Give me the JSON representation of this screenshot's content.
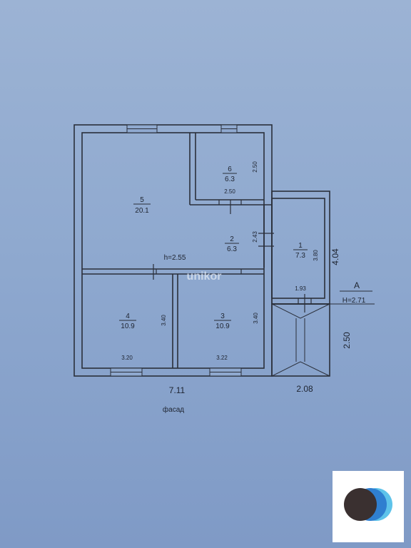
{
  "rooms": [
    {
      "number": "5",
      "area": "20.1"
    },
    {
      "number": "6",
      "area": "6.3"
    },
    {
      "number": "2",
      "area": "6.3"
    },
    {
      "number": "1",
      "area": "7.3"
    },
    {
      "number": "4",
      "area": "10.9"
    },
    {
      "number": "3",
      "area": "10.9"
    }
  ],
  "dimensions": {
    "room6_height": "2.50",
    "room6_width": "2.50",
    "room2_height": "2.43",
    "room1_height": "3.80",
    "room1_width": "1.93",
    "room4_height": "3.40",
    "room4_width": "3.20",
    "room3_height": "3.40",
    "room3_width": "3.22",
    "annex_total_height": "4.04",
    "porch_height": "2.50",
    "main_width": "7.11",
    "annex_width": "2.08"
  },
  "labels": {
    "ceiling_main": "h=2.55",
    "section_letter": "А",
    "ceiling_annex": "H=2.71",
    "facade": "фасад"
  },
  "watermark": "unikor",
  "colors": {
    "paper": "#8fa9cf",
    "ink": "#2a2f3a"
  }
}
